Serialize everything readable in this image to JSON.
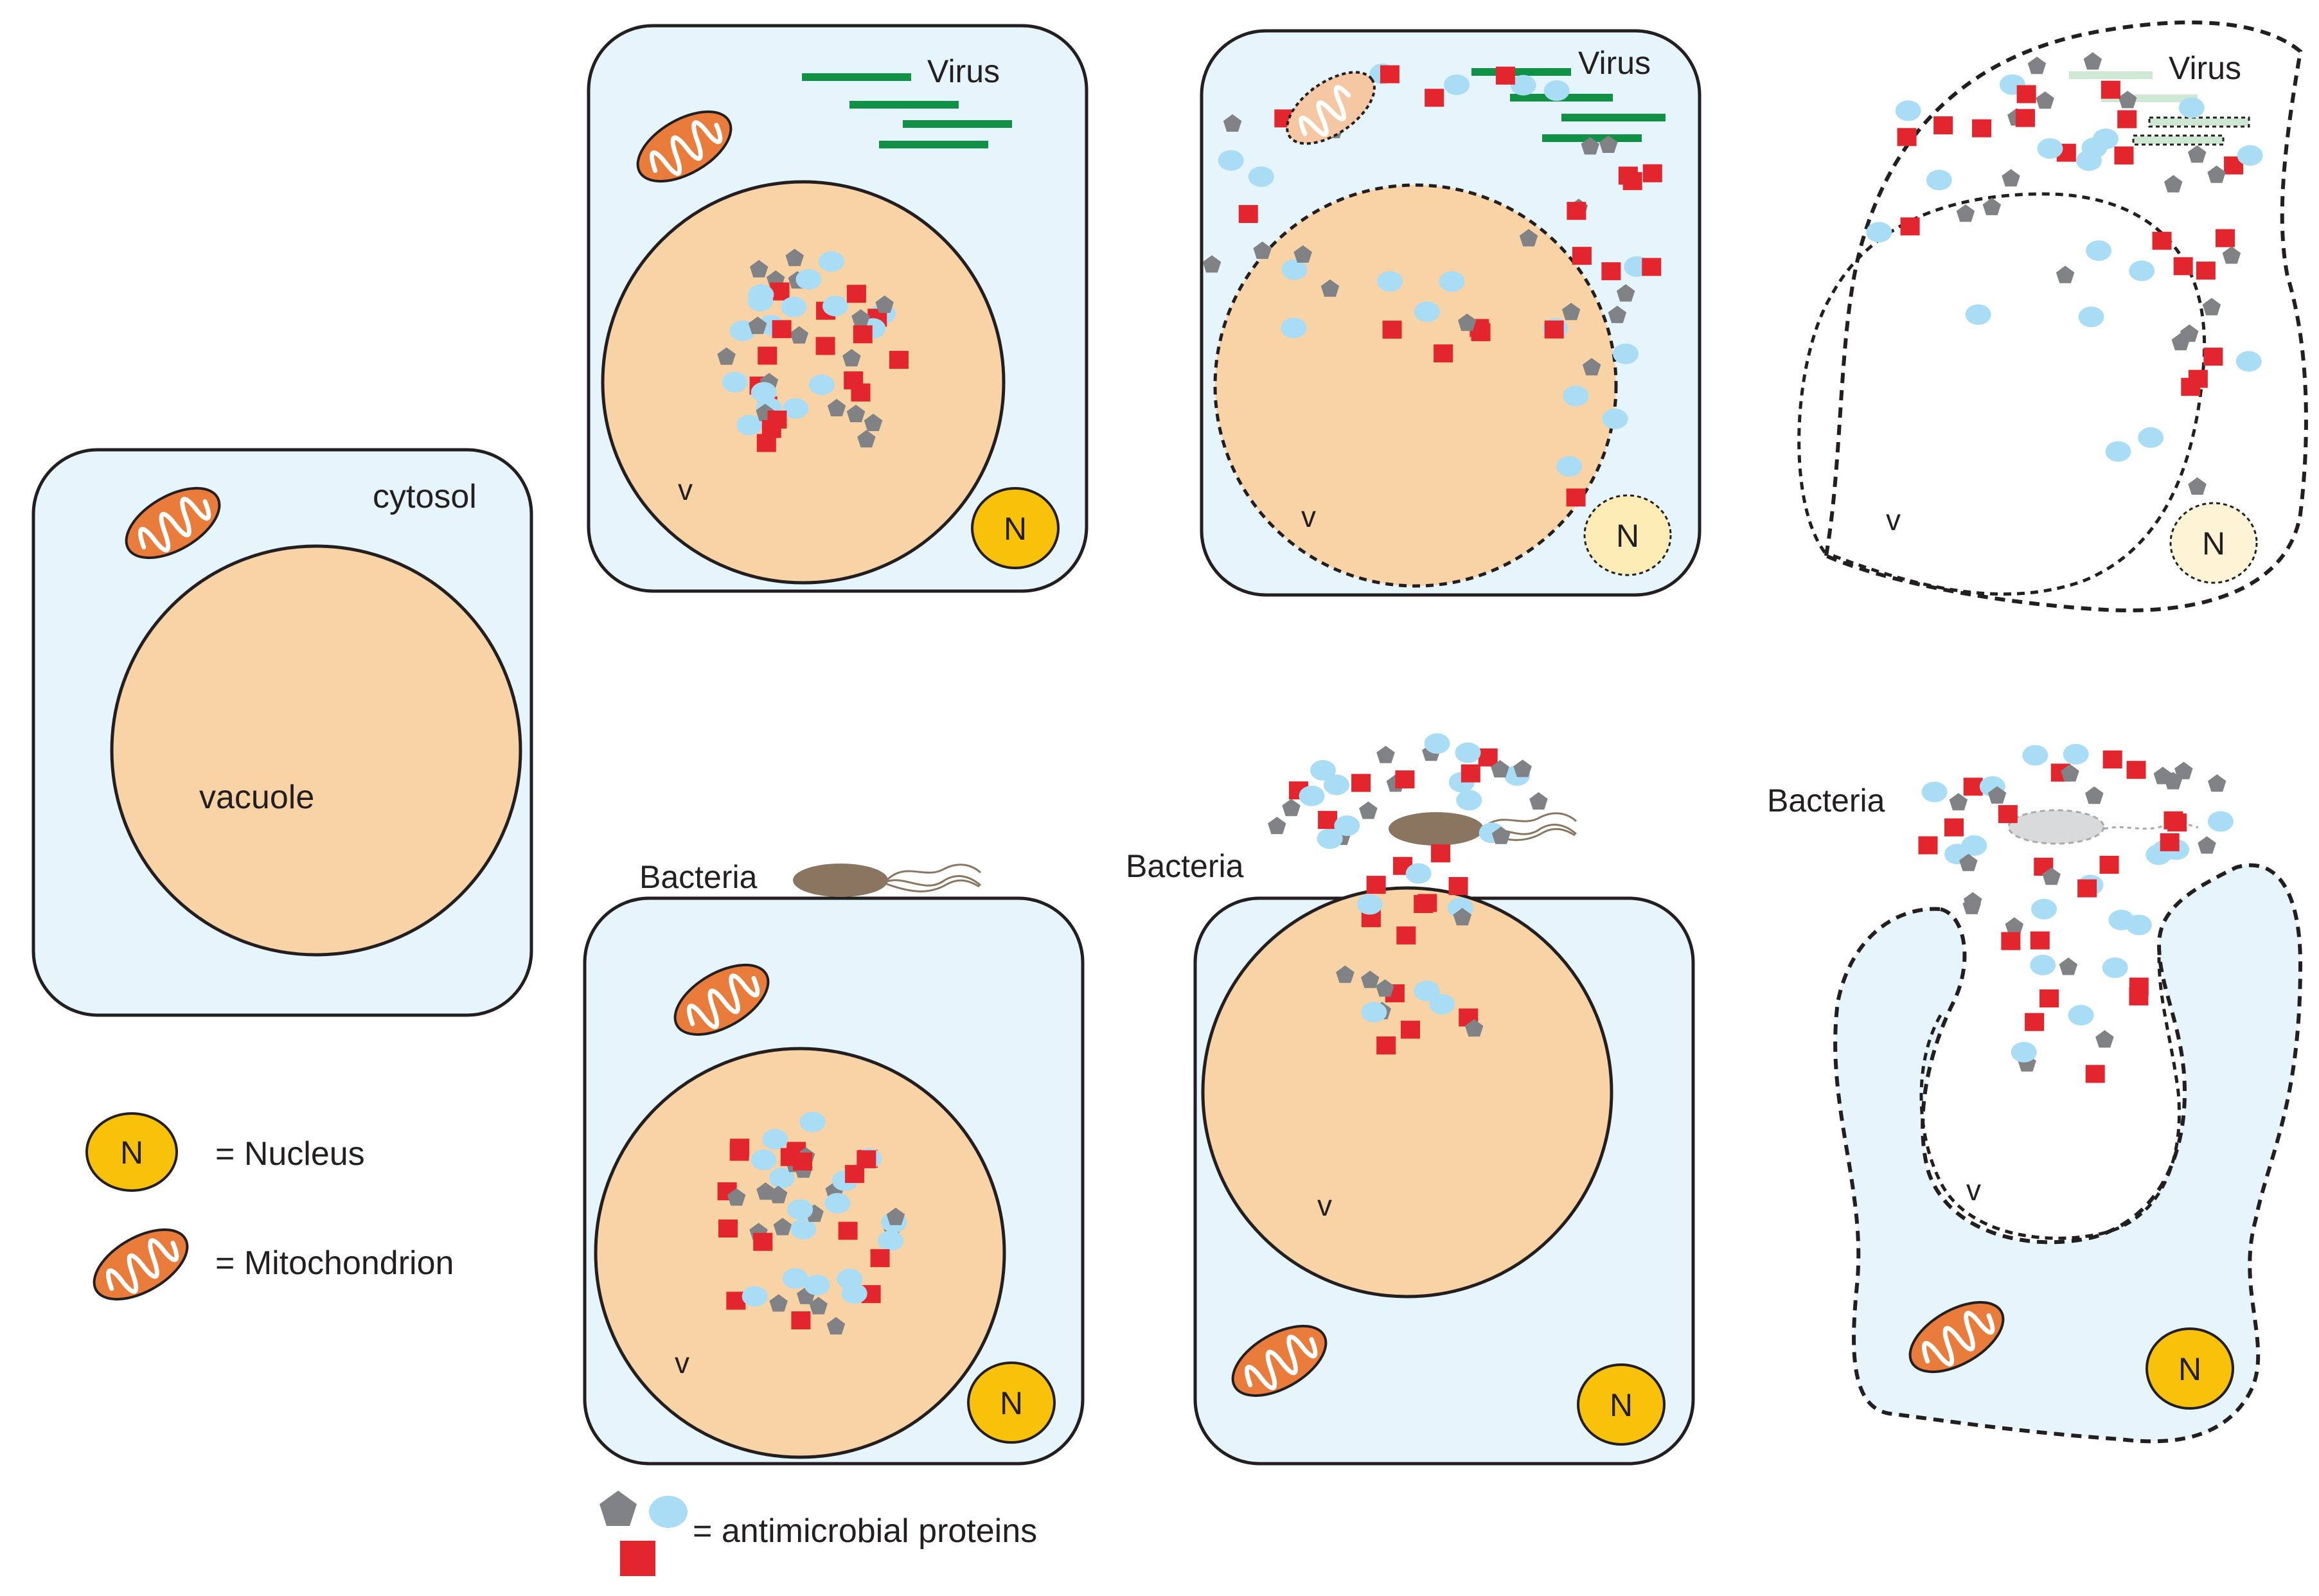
{
  "labels": {
    "cytosol": "cytosol",
    "vacuole": "vacuole",
    "vacuole_short": "v",
    "virus": "Virus",
    "bacteria": "Bacteria",
    "nucleus_symbol": "N",
    "legend_nucleus": "= Nucleus",
    "legend_mitochondrion": "= Mitochondrion",
    "legend_antimicrobial": "= antimicrobial proteins"
  },
  "colors": {
    "cytosol_fill": "#e6f4fc",
    "vacuole_fill": "#f8d3a6",
    "nucleus_fill": "#f8c10a",
    "nucleus_faded_fill": "#fdf4d6",
    "mitochondrion_fill": "#ea7c3b",
    "virus": "#119146",
    "bacteria": "#8a7561",
    "protein_red": "#e3262d",
    "protein_blue": "#a9dcf5",
    "protein_gray": "#808285",
    "outline": "#231f20"
  },
  "icons": {
    "mitochondrion": "mitochondrion-icon",
    "nucleus": "nucleus-icon",
    "virus": "virus-icon",
    "bacteria": "bacteria-icon",
    "pentagon_protein": "gray-pentagon-protein-icon",
    "oval_protein": "blue-oval-protein-icon",
    "square_protein": "red-square-protein-icon"
  }
}
